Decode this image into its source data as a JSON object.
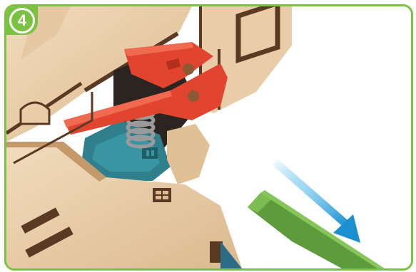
{
  "step": {
    "number": "4"
  },
  "colors": {
    "frame_border": "#7cc242",
    "wood_light": "#ecd2b0",
    "wood_mid": "#dcb98e",
    "wood_edge": "#5a3a22",
    "clamp_red": "#e2452f",
    "gear_blue": "#2f7f8c",
    "stick_green": "#5e9b3d",
    "arrow_blue": "#26a9e0"
  },
  "illustration": {
    "icons": [
      "wooden-frame-assembly",
      "red-clamp-lever",
      "spring",
      "blue-gear",
      "green-stick",
      "direction-arrow-icon"
    ]
  }
}
